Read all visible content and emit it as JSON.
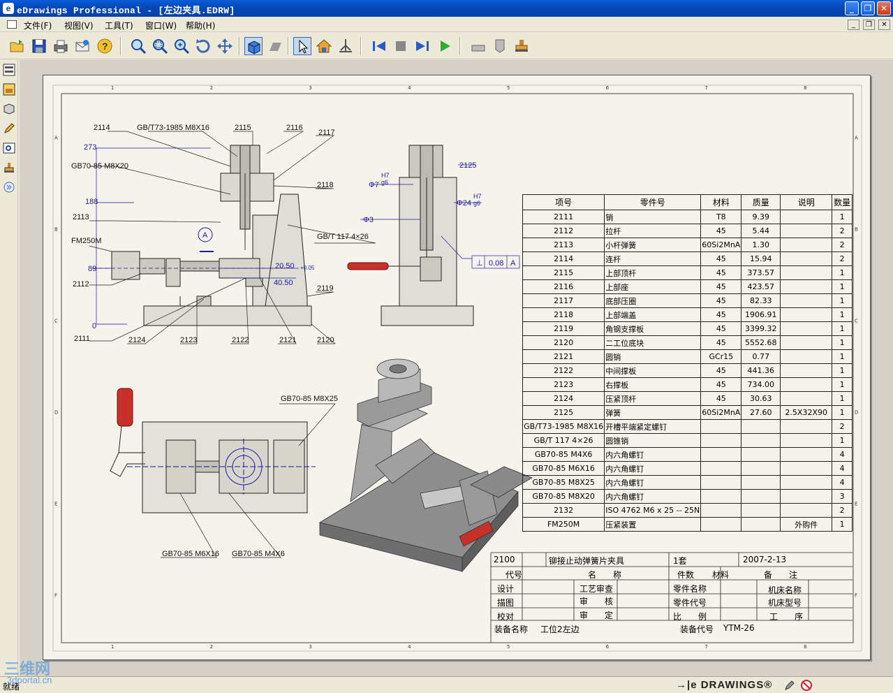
{
  "window": {
    "title": "eDrawings Professional - [左边夹具.EDRW]",
    "icon": "edrawings-app-icon",
    "minimize": "_",
    "maximize": "❐",
    "close": "✕"
  },
  "menu": {
    "items": [
      "文件(F)",
      "视图(V)",
      "工具(T)",
      "窗口(W)",
      "帮助(H)"
    ]
  },
  "toolbar": {
    "buttons": [
      "open-icon",
      "save-icon",
      "print-icon",
      "send-mail-icon",
      "help-icon",
      "zoom-to-fit-icon",
      "zoom-to-area-icon",
      "zoom-in-out-icon",
      "rotate-icon",
      "pan-icon",
      "shaded-icon",
      "shadow-icon",
      "select-icon",
      "home-icon",
      "3d-pointer-icon",
      "first-sheet-icon",
      "stop-icon",
      "next-sheet-icon",
      "play-icon",
      "measure-icon",
      "markup-icon",
      "stamp-icon"
    ]
  },
  "leftpanel": {
    "buttons": [
      "sheets-icon",
      "components-icon",
      "configurations-icon",
      "markup-pen-icon",
      "find-icon",
      "stamp-icon",
      "expand-icon"
    ]
  },
  "drawing": {
    "zones_top": [
      "1",
      "2",
      "3",
      "4",
      "5",
      "6",
      "7",
      "8"
    ],
    "zones_side": [
      "A",
      "B",
      "C",
      "D",
      "E",
      "F"
    ],
    "front_view_labels": [
      "2114",
      "GB/T73-1985 M8X16",
      "2115",
      "2116",
      "2117",
      "273",
      "GB70-85 M8X20",
      "2118",
      "188",
      "2113",
      "GB/T 117 4×26",
      "FM250M",
      "89",
      "2112",
      "20.50",
      "+0.05",
      "40.50",
      "2119",
      "0",
      "2111",
      "2124",
      "2123",
      "2122",
      "2121",
      "2120"
    ],
    "side_view_labels": [
      "2125",
      "H7",
      "g6",
      "Φ7",
      "Φ24",
      "Φ3",
      "H7",
      "g6"
    ],
    "tolerance_frame": [
      "⊥",
      "0.08",
      "A"
    ],
    "datum_label": "A",
    "top_view_labels": [
      "GB70-85 M8X25",
      "GB70-85 M6X16",
      "GB70-85 M4X6"
    ]
  },
  "bom": {
    "headers": [
      "项号",
      "零件号",
      "材料",
      "质量",
      "说明",
      "数量"
    ],
    "rows": [
      [
        "2111",
        "销",
        "T8",
        "9.39",
        "",
        "1"
      ],
      [
        "2112",
        "拉杆",
        "45",
        "5.44",
        "",
        "2"
      ],
      [
        "2113",
        "小杆弹簧",
        "60Si2MnA",
        "1.30",
        "",
        "2"
      ],
      [
        "2114",
        "连杆",
        "45",
        "15.94",
        "",
        "2"
      ],
      [
        "2115",
        "上部顶杆",
        "45",
        "373.57",
        "",
        "1"
      ],
      [
        "2116",
        "上部座",
        "45",
        "423.57",
        "",
        "1"
      ],
      [
        "2117",
        "底部压圈",
        "45",
        "82.33",
        "",
        "1"
      ],
      [
        "2118",
        "上部端盖",
        "45",
        "1906.91",
        "",
        "1"
      ],
      [
        "2119",
        "角钢支撑板",
        "45",
        "3399.32",
        "",
        "1"
      ],
      [
        "2120",
        "二工位底块",
        "45",
        "5552.68",
        "",
        "1"
      ],
      [
        "2121",
        "圆销",
        "GCr15",
        "0.77",
        "",
        "1"
      ],
      [
        "2122",
        "中间撑板",
        "45",
        "441.36",
        "",
        "1"
      ],
      [
        "2123",
        "右撑板",
        "45",
        "734.00",
        "",
        "1"
      ],
      [
        "2124",
        "压紧顶杆",
        "45",
        "30.63",
        "",
        "1"
      ],
      [
        "2125",
        "弹簧",
        "60Si2MnA",
        "27.60",
        "2.5X32X90",
        "1"
      ],
      [
        "GB/T73-1985 M8X16",
        "开槽平端紧定螺钉",
        "",
        "",
        "",
        "2"
      ],
      [
        "GB/T 117 4×26",
        "圆锥销",
        "",
        "",
        "",
        "1"
      ],
      [
        "GB70-85 M4X6",
        "内六角螺钉",
        "",
        "",
        "",
        "4"
      ],
      [
        "GB70-85 M6X16",
        "内六角螺钉",
        "",
        "",
        "",
        "4"
      ],
      [
        "GB70-85 M8X25",
        "内六角螺钉",
        "",
        "",
        "",
        "4"
      ],
      [
        "GB70-85 M8X20",
        "内六角螺钉",
        "",
        "",
        "",
        "3"
      ],
      [
        "2132",
        "ISO 4762 M6 x 25 -- 25N",
        "",
        "",
        "",
        "2"
      ],
      [
        "FM250M",
        "压紧装置",
        "",
        "",
        "外购件",
        "1"
      ]
    ]
  },
  "titleblock": {
    "code": "2100",
    "name": "铆接止动弹簧片夹具",
    "qty": "1套",
    "date": "2007-2-13",
    "h_code": "代号",
    "h_name": "名　　称",
    "h_count": "件数",
    "h_material": "材料",
    "h_remark": "备　　注",
    "design": "设计",
    "process_review": "工艺审查",
    "part_name": "零件名称",
    "machine_name": "机床名称",
    "drawing": "描图",
    "review": "审　　核",
    "part_code": "零件代号",
    "machine_model": "机床型号",
    "check": "校对",
    "approve": "审　　定",
    "scale": "比　　例",
    "operation": "工　　序",
    "assembly_label": "装备名称",
    "assembly_name": "工位2左边",
    "assembly_code_label": "装备代号",
    "assembly_code": "YTM-26"
  },
  "statusbar": {
    "status": "就绪",
    "brand": "→|e DRAWINGS®"
  },
  "watermark": {
    "line1": "三维网",
    "line2": "3dportal.cn"
  }
}
